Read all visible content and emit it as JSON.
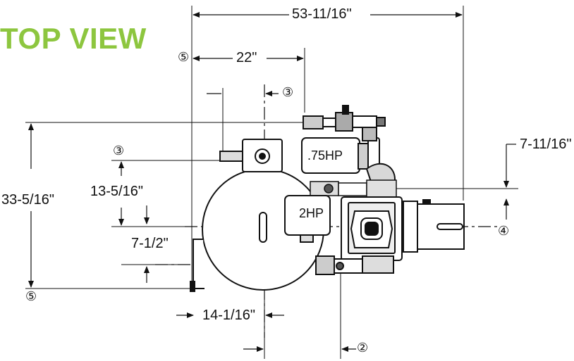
{
  "title": "TOP VIEW",
  "dimensions": {
    "overall_length": "53-11/16\"",
    "length_22": "22\"",
    "width_33": "33-5/16\"",
    "d_13": "13-5/16\"",
    "d_7_half": "7-1/2\"",
    "d_14": "14-1/16\"",
    "d_7_11": "7-11/16\""
  },
  "callouts": {
    "c5_top": "⑤",
    "c3_top": "③",
    "c3_left": "③",
    "c5_bottom": "⑤",
    "c4": "④",
    "c2": "②"
  },
  "motors": {
    "small": ".75HP",
    "large": "2HP"
  },
  "colors": {
    "title": "#8dc63f",
    "line": "#111111"
  }
}
